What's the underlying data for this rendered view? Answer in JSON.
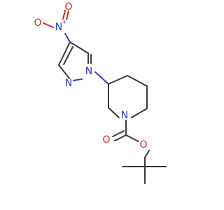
{
  "molecule": {
    "atoms": {
      "nitro_o_minus": {
        "label": "O",
        "charge": "-",
        "color": "#e02020"
      },
      "nitro_n_plus": {
        "label": "N",
        "charge": "+",
        "color": "#2b3bd6"
      },
      "nitro_o_double": {
        "label": "O",
        "color": "#e02020"
      },
      "pyrazole_n1": {
        "label": "N",
        "color": "#2b3bd6"
      },
      "pyrazole_n2": {
        "label": "N",
        "color": "#2b3bd6"
      },
      "piperidine_n": {
        "label": "N",
        "color": "#2b3bd6"
      },
      "ester_o": {
        "label": "O",
        "color": "#e02020"
      },
      "carbonyl_o": {
        "label": "O",
        "color": "#e02020"
      }
    },
    "bond_color": "#3a3a3a"
  }
}
